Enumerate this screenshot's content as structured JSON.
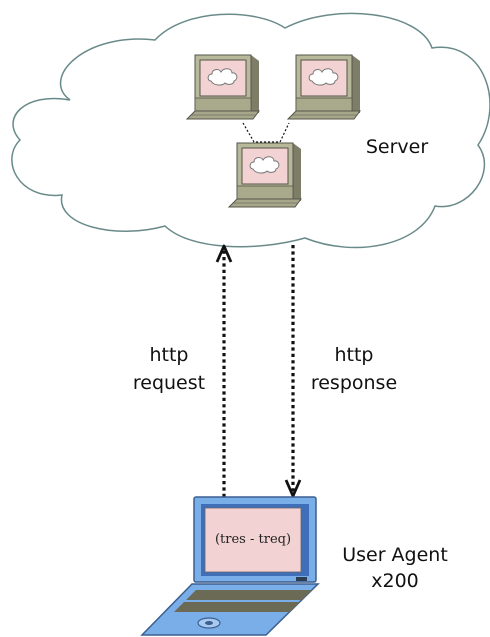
{
  "server": {
    "label": "Server"
  },
  "arrows": {
    "request": {
      "line1": "http",
      "line2": "request"
    },
    "response": {
      "line1": "http",
      "line2": "response"
    }
  },
  "client": {
    "line1": "User Agent",
    "line2": "x200",
    "screen_text": "(tres - treq)"
  },
  "colors": {
    "cloud_stroke": "#6a8a8a",
    "monitor_body": "#b8b89a",
    "monitor_screen": "#f2d2d2",
    "laptop_body": "#7aaee8",
    "laptop_screen": "#f2d2d2",
    "arrow": "#111111"
  }
}
